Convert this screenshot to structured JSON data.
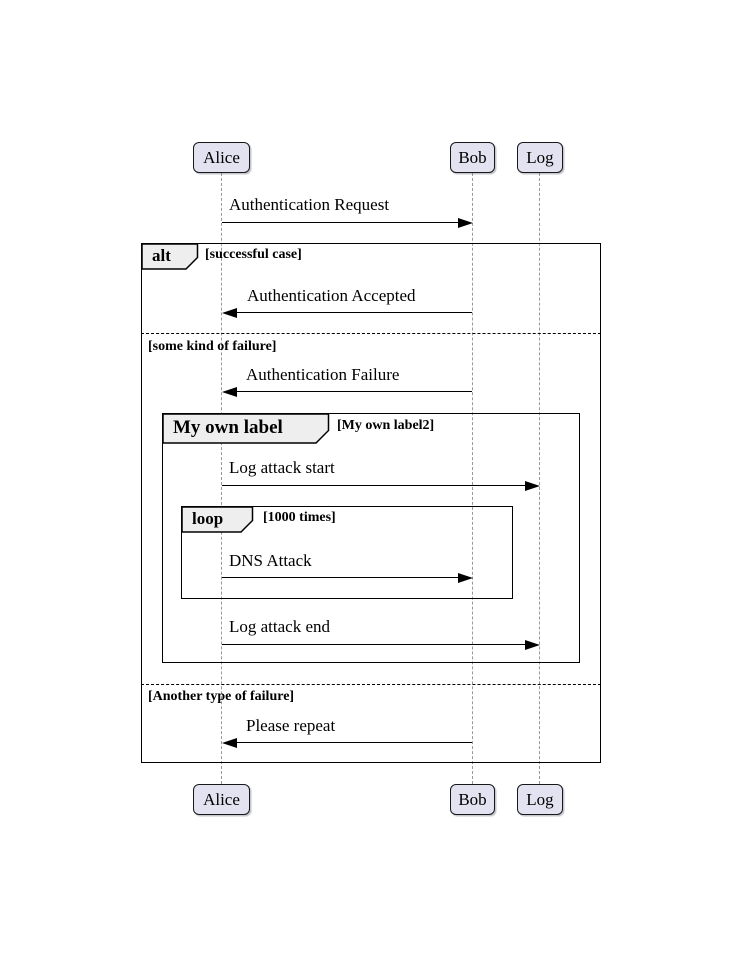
{
  "diagram": {
    "type": "uml-sequence-diagram",
    "participants": [
      "Alice",
      "Bob",
      "Log"
    ],
    "messages": [
      {
        "from": "Alice",
        "to": "Bob",
        "text": "Authentication Request"
      },
      {
        "from": "Bob",
        "to": "Alice",
        "text": "Authentication Accepted"
      },
      {
        "from": "Bob",
        "to": "Alice",
        "text": "Authentication Failure"
      },
      {
        "from": "Alice",
        "to": "Log",
        "text": "Log attack start"
      },
      {
        "from": "Alice",
        "to": "Bob",
        "text": "DNS Attack"
      },
      {
        "from": "Alice",
        "to": "Log",
        "text": "Log attack end"
      },
      {
        "from": "Bob",
        "to": "Alice",
        "text": "Please repeat"
      }
    ],
    "frames": {
      "alt": {
        "label": "alt",
        "guard": "[successful case]"
      },
      "group": {
        "label": "My own label",
        "guard": "[My own label2]"
      },
      "loop": {
        "label": "loop",
        "guard": "[1000 times]"
      }
    },
    "dividers": [
      "[some kind of failure]",
      "[Another type of failure]"
    ],
    "colors": {
      "background": "#FFFFFF",
      "participant_fill": "#E2E2F0",
      "participant_border": "#181818",
      "frame_border": "#000000",
      "label_fill": "#EEEEEE",
      "lifeline": "#999999",
      "arrow": "#000000"
    }
  }
}
